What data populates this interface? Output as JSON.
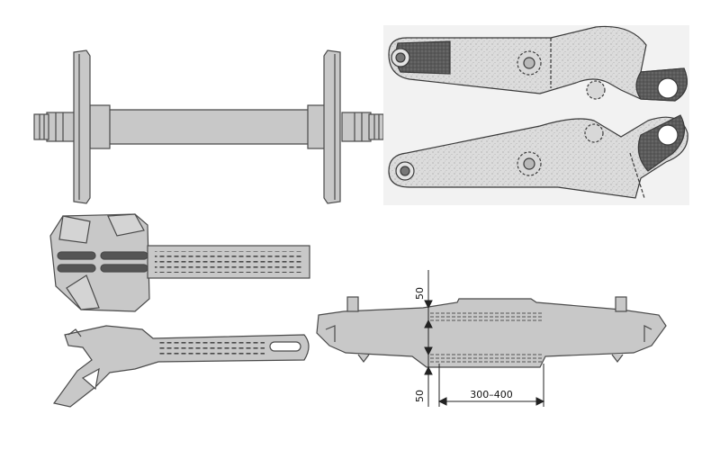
{
  "colors": {
    "background": "#ffffff",
    "part_fill": "#c8c8c8",
    "part_fill_light": "#d6d6d6",
    "photo_fill": "#dcdcdc",
    "dark_fill": "#555555",
    "outline": "#4a4a4a",
    "dimension_line": "#222222"
  },
  "figures": [
    {
      "name": "wheelset",
      "view": "side"
    },
    {
      "name": "coupler-knuckles",
      "view": "top",
      "count": 2
    },
    {
      "name": "coupler-lock-top",
      "view": "top"
    },
    {
      "name": "coupler-lock-side",
      "view": "side"
    },
    {
      "name": "side-frame",
      "view": "side"
    }
  ],
  "annotations": {
    "dim_top": "50",
    "dim_bottom": "50",
    "dim_range": "300–400"
  }
}
